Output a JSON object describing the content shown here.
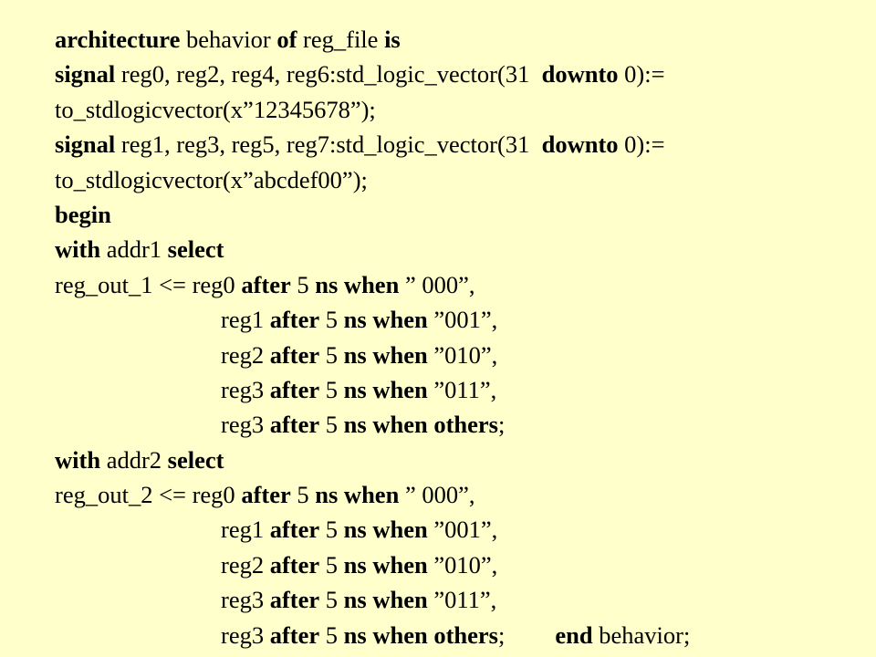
{
  "lines": [
    {
      "indent": false,
      "segments": [
        {
          "t": "architecture",
          "b": true
        },
        {
          "t": " behavior ",
          "b": false
        },
        {
          "t": "of",
          "b": true
        },
        {
          "t": " reg_file ",
          "b": false
        },
        {
          "t": "is",
          "b": true
        }
      ]
    },
    {
      "indent": false,
      "segments": [
        {
          "t": "signal",
          "b": true
        },
        {
          "t": " reg0, reg2, reg4, reg6:std_logic_vector(31  ",
          "b": false
        },
        {
          "t": "downto",
          "b": true
        },
        {
          "t": " 0):=",
          "b": false
        }
      ]
    },
    {
      "indent": false,
      "segments": [
        {
          "t": "to_stdlogicvector(x”12345678”);",
          "b": false
        }
      ]
    },
    {
      "indent": false,
      "segments": [
        {
          "t": "signal",
          "b": true
        },
        {
          "t": " reg1, reg3, reg5, reg7:std_logic_vector(31  ",
          "b": false
        },
        {
          "t": "downto",
          "b": true
        },
        {
          "t": " 0):=",
          "b": false
        }
      ]
    },
    {
      "indent": false,
      "segments": [
        {
          "t": "to_stdlogicvector(x”abcdef00”);",
          "b": false
        }
      ]
    },
    {
      "indent": false,
      "segments": [
        {
          "t": "begin",
          "b": true
        }
      ]
    },
    {
      "indent": false,
      "segments": [
        {
          "t": "with",
          "b": true
        },
        {
          "t": " addr1 ",
          "b": false
        },
        {
          "t": "select",
          "b": true
        }
      ]
    },
    {
      "indent": false,
      "segments": [
        {
          "t": "reg_out_1 <= reg0 ",
          "b": false
        },
        {
          "t": "after",
          "b": true
        },
        {
          "t": " 5 ",
          "b": false
        },
        {
          "t": "ns when",
          "b": true
        },
        {
          "t": " ” 000”,",
          "b": false
        }
      ]
    },
    {
      "indent": true,
      "segments": [
        {
          "t": "reg1 ",
          "b": false
        },
        {
          "t": "after",
          "b": true
        },
        {
          "t": " 5 ",
          "b": false
        },
        {
          "t": "ns when",
          "b": true
        },
        {
          "t": " ”001”,",
          "b": false
        }
      ]
    },
    {
      "indent": true,
      "segments": [
        {
          "t": "reg2 ",
          "b": false
        },
        {
          "t": "after",
          "b": true
        },
        {
          "t": " 5 ",
          "b": false
        },
        {
          "t": "ns when",
          "b": true
        },
        {
          "t": " ”010”,",
          "b": false
        }
      ]
    },
    {
      "indent": true,
      "segments": [
        {
          "t": "reg3 ",
          "b": false
        },
        {
          "t": "after",
          "b": true
        },
        {
          "t": " 5 ",
          "b": false
        },
        {
          "t": "ns when",
          "b": true
        },
        {
          "t": " ”011”,",
          "b": false
        }
      ]
    },
    {
      "indent": true,
      "segments": [
        {
          "t": "reg3 ",
          "b": false
        },
        {
          "t": "after",
          "b": true
        },
        {
          "t": " 5 ",
          "b": false
        },
        {
          "t": "ns when others",
          "b": true
        },
        {
          "t": ";",
          "b": false
        }
      ]
    },
    {
      "indent": false,
      "segments": [
        {
          "t": "with",
          "b": true
        },
        {
          "t": " addr2 ",
          "b": false
        },
        {
          "t": "select",
          "b": true
        }
      ]
    },
    {
      "indent": false,
      "segments": [
        {
          "t": "reg_out_2 <= reg0 ",
          "b": false
        },
        {
          "t": "after",
          "b": true
        },
        {
          "t": " 5 ",
          "b": false
        },
        {
          "t": "ns when",
          "b": true
        },
        {
          "t": " ” 000”,",
          "b": false
        }
      ]
    },
    {
      "indent": true,
      "segments": [
        {
          "t": "reg1 ",
          "b": false
        },
        {
          "t": "after",
          "b": true
        },
        {
          "t": " 5 ",
          "b": false
        },
        {
          "t": "ns when",
          "b": true
        },
        {
          "t": " ”001”,",
          "b": false
        }
      ]
    },
    {
      "indent": true,
      "segments": [
        {
          "t": "reg2 ",
          "b": false
        },
        {
          "t": "after",
          "b": true
        },
        {
          "t": " 5 ",
          "b": false
        },
        {
          "t": "ns when",
          "b": true
        },
        {
          "t": " ”010”,",
          "b": false
        }
      ]
    },
    {
      "indent": true,
      "segments": [
        {
          "t": "reg3 ",
          "b": false
        },
        {
          "t": "after",
          "b": true
        },
        {
          "t": " 5 ",
          "b": false
        },
        {
          "t": "ns when",
          "b": true
        },
        {
          "t": " ”011”,",
          "b": false
        }
      ]
    },
    {
      "indent": true,
      "segments": [
        {
          "t": "reg3 ",
          "b": false
        },
        {
          "t": "after",
          "b": true
        },
        {
          "t": " 5 ",
          "b": false
        },
        {
          "t": "ns when others",
          "b": true
        },
        {
          "t": ";",
          "b": false
        }
      ],
      "trailing": [
        {
          "t": "end",
          "b": true
        },
        {
          "t": " behavior;",
          "b": false
        }
      ]
    }
  ]
}
